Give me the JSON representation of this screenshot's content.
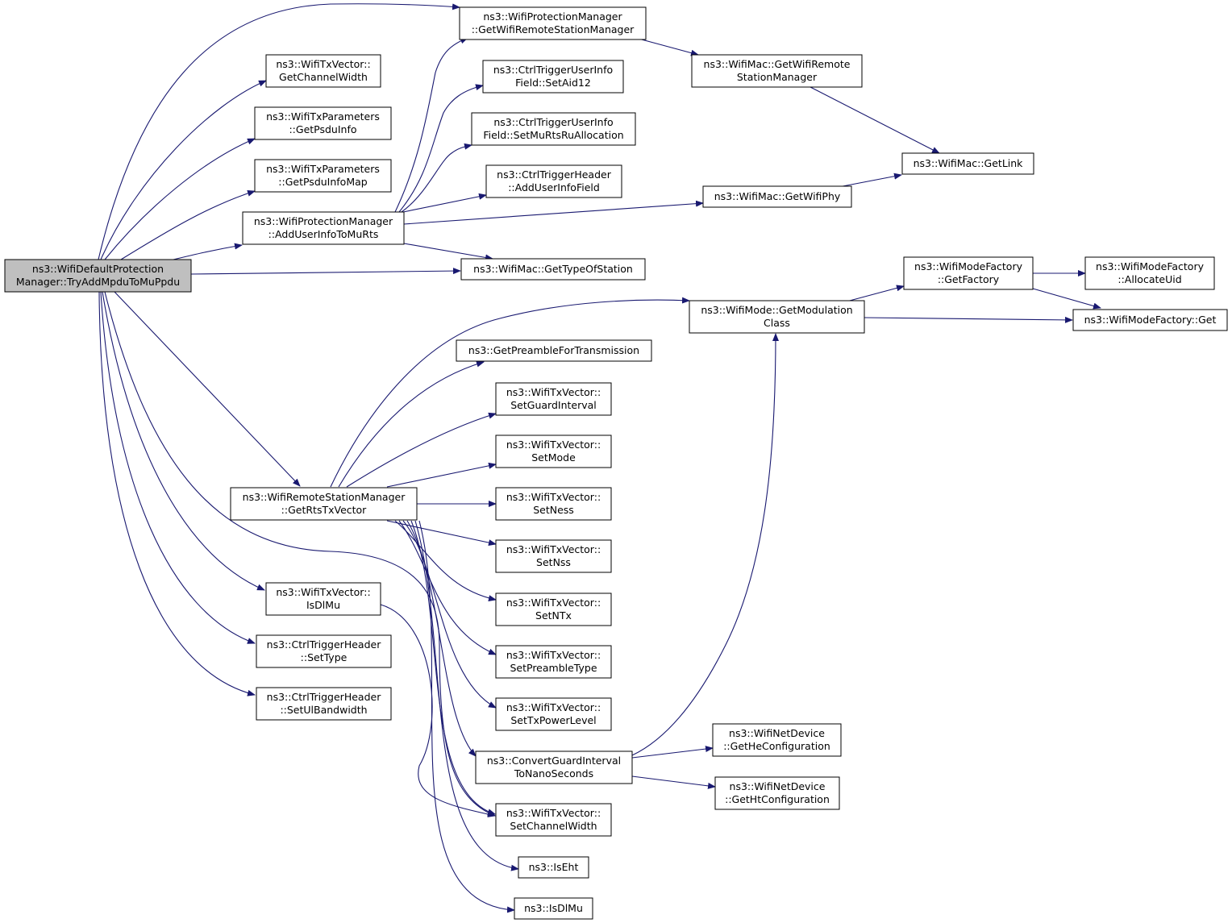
{
  "nodes": {
    "root": [
      "ns3::WifiDefaultProtection",
      "Manager::TryAddMpduToMuPpdu"
    ],
    "getWifiRemoteStationManagerPM": [
      "ns3::WifiProtectionManager",
      "::GetWifiRemoteStationManager"
    ],
    "getChannelWidth": [
      "ns3::WifiTxVector::",
      "GetChannelWidth"
    ],
    "getPsduInfo": [
      "ns3::WifiTxParameters",
      "::GetPsduInfo"
    ],
    "getPsduInfoMap": [
      "ns3::WifiTxParameters",
      "::GetPsduInfoMap"
    ],
    "addUserInfoToMuRts": [
      "ns3::WifiProtectionManager",
      "::AddUserInfoToMuRts"
    ],
    "getTypeOfStation": [
      "ns3::WifiMac::GetTypeOfStation"
    ],
    "setAid12": [
      "ns3::CtrlTriggerUserInfo",
      "Field::SetAid12"
    ],
    "setMuRtsRuAllocation": [
      "ns3::CtrlTriggerUserInfo",
      "Field::SetMuRtsRuAllocation"
    ],
    "addUserInfoField": [
      "ns3::CtrlTriggerHeader",
      "::AddUserInfoField"
    ],
    "getWifiRemoteStationManagerMac": [
      "ns3::WifiMac::GetWifiRemote",
      "StationManager"
    ],
    "getWifiPhy": [
      "ns3::WifiMac::GetWifiPhy"
    ],
    "getLink": [
      "ns3::WifiMac::GetLink"
    ],
    "getRtsTxVector": [
      "ns3::WifiRemoteStationManager",
      "::GetRtsTxVector"
    ],
    "isDlMuVector": [
      "ns3::WifiTxVector::",
      "IsDlMu"
    ],
    "setType": [
      "ns3::CtrlTriggerHeader",
      "::SetType"
    ],
    "setUlBandwidth": [
      "ns3::CtrlTriggerHeader",
      "::SetUlBandwidth"
    ],
    "getModulationClass": [
      "ns3::WifiMode::GetModulation",
      "Class"
    ],
    "getPreambleForTransmission": [
      "ns3::GetPreambleForTransmission"
    ],
    "setGuardInterval": [
      "ns3::WifiTxVector::",
      "SetGuardInterval"
    ],
    "setMode": [
      "ns3::WifiTxVector::",
      "SetMode"
    ],
    "setNess": [
      "ns3::WifiTxVector::",
      "SetNess"
    ],
    "setNss": [
      "ns3::WifiTxVector::",
      "SetNss"
    ],
    "setNTx": [
      "ns3::WifiTxVector::",
      "SetNTx"
    ],
    "setPreambleType": [
      "ns3::WifiTxVector::",
      "SetPreambleType"
    ],
    "setTxPowerLevel": [
      "ns3::WifiTxVector::",
      "SetTxPowerLevel"
    ],
    "convertGuardInterval": [
      "ns3::ConvertGuardInterval",
      "ToNanoSeconds"
    ],
    "setChannelWidth": [
      "ns3::WifiTxVector::",
      "SetChannelWidth"
    ],
    "isEht": [
      "ns3::IsEht"
    ],
    "isDlMu": [
      "ns3::IsDlMu"
    ],
    "getFactory": [
      "ns3::WifiModeFactory",
      "::GetFactory"
    ],
    "allocateUid": [
      "ns3::WifiModeFactory",
      "::AllocateUid"
    ],
    "modeFactoryGet": [
      "ns3::WifiModeFactory::Get"
    ],
    "getHeConfiguration": [
      "ns3::WifiNetDevice",
      "::GetHeConfiguration"
    ],
    "getHtConfiguration": [
      "ns3::WifiNetDevice",
      "::GetHtConfiguration"
    ]
  },
  "colors": {
    "edge": "#191970",
    "root_fill": "#bfbfbf",
    "node_fill": "#ffffff",
    "node_border": "#000000"
  }
}
